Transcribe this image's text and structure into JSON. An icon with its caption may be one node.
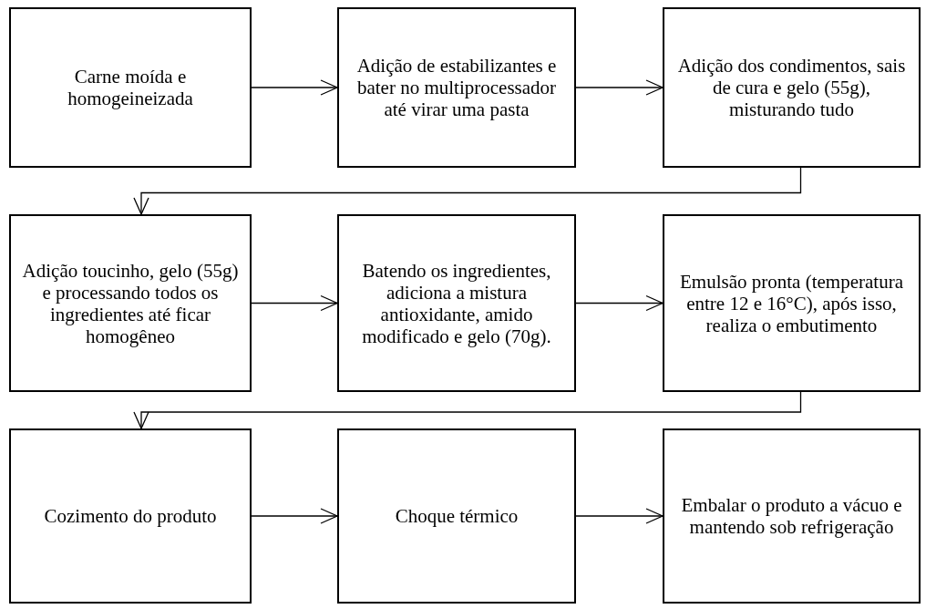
{
  "diagram": {
    "nodes": [
      {
        "text": [
          "Carne moída e homogeineizada"
        ]
      },
      {
        "text": [
          "Adição de estabilizantes e bater no multiprocessador até virar uma pasta"
        ]
      },
      {
        "text": [
          "Adição dos condimentos, sais de cura e gelo (55g), misturando tudo"
        ]
      },
      {
        "text": [
          "Adição toucinho, gelo (55g) e processando todos os ingredientes até ficar homogêneo"
        ]
      },
      {
        "text": [
          "Batendo os ingredientes, adiciona a mistura antioxidante, amido modificado e gelo (70g)."
        ]
      },
      {
        "text": [
          "Emulsão pronta (temperatura entre 12 e 16°C), após isso, realiza o embutimento"
        ]
      },
      {
        "text": [
          "Cozimento do produto"
        ]
      },
      {
        "text": [
          "Choque térmico"
        ]
      },
      {
        "text": [
          "Embalar o produto a vácuo e mantendo sob refrigeração"
        ]
      }
    ],
    "edges": [
      {
        "from": 0,
        "to": 1,
        "arrow": "to"
      },
      {
        "from": 1,
        "to": 2,
        "arrow": "to"
      },
      {
        "from": 2,
        "to": 3,
        "arrow": "to"
      },
      {
        "from": 3,
        "to": 4,
        "arrow": "to"
      },
      {
        "from": 4,
        "to": 5,
        "arrow": "to"
      },
      {
        "from": 5,
        "to": 6,
        "arrow": "to"
      },
      {
        "from": 6,
        "to": 7,
        "arrow": "to"
      },
      {
        "from": 7,
        "to": 8,
        "arrow": "to"
      }
    ]
  }
}
